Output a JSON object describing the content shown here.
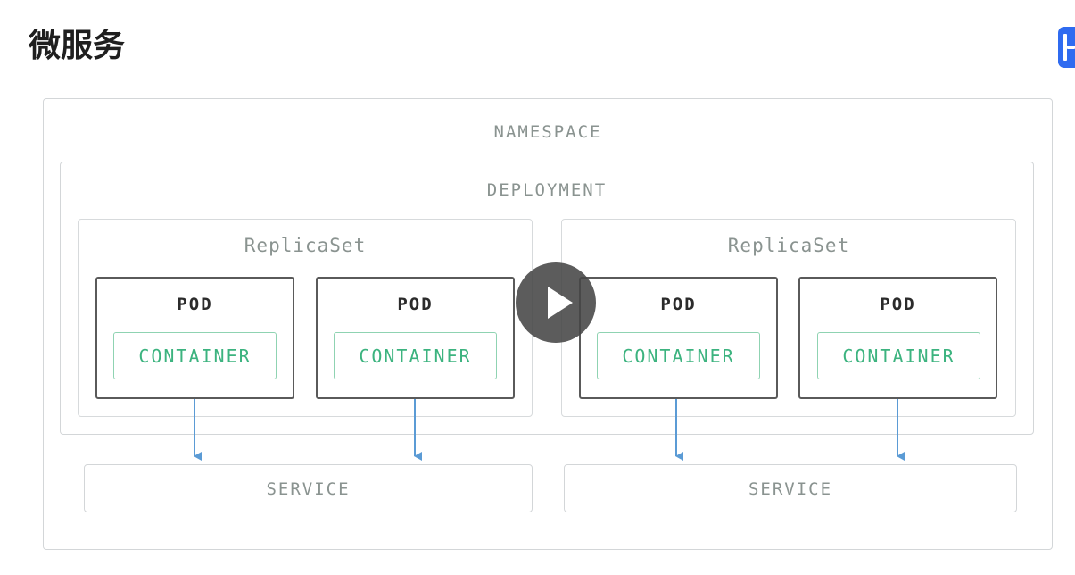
{
  "page": {
    "title": "微服务"
  },
  "diagram": {
    "namespace_label": "NAMESPACE",
    "deployment_label": "DEPLOYMENT",
    "replicasets": [
      {
        "label": "ReplicaSet",
        "pods": [
          {
            "label": "POD",
            "container_label": "CONTAINER"
          },
          {
            "label": "POD",
            "container_label": "CONTAINER"
          }
        ]
      },
      {
        "label": "ReplicaSet",
        "pods": [
          {
            "label": "POD",
            "container_label": "CONTAINER"
          },
          {
            "label": "POD",
            "container_label": "CONTAINER"
          }
        ]
      }
    ],
    "services": [
      {
        "label": "SERVICE"
      },
      {
        "label": "SERVICE"
      }
    ]
  },
  "colors": {
    "container_accent": "#3cb37f",
    "arrow": "#5b9bd5",
    "border": "#d3d6d8",
    "pod_border": "#5a5a5a",
    "corner_widget": "#2f6bf0"
  },
  "overlays": {
    "video_play_button": "play-icon",
    "corner_widget_icon": "h-icon"
  }
}
